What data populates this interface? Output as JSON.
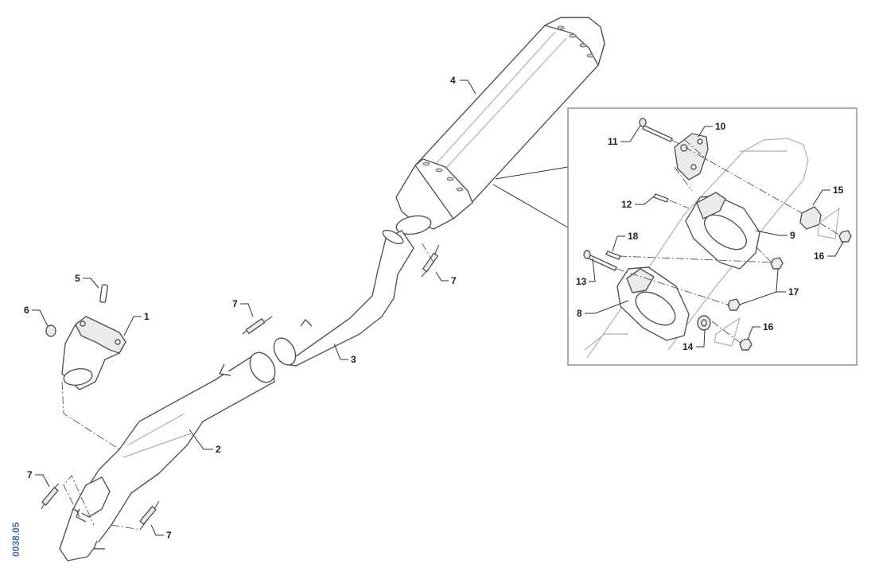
{
  "diagram_code": "0038.05",
  "callouts": {
    "c1": "1",
    "c2": "2",
    "c3": "3",
    "c4": "4",
    "c5": "5",
    "c6": "6",
    "c7a": "7",
    "c7b": "7",
    "c7c": "7",
    "c7d": "7",
    "c8": "8",
    "c9": "9",
    "c10": "10",
    "c11": "11",
    "c12": "12",
    "c13": "13",
    "c14": "14",
    "c15": "15",
    "c16a": "16",
    "c16b": "16",
    "c17": "17",
    "c18": "18"
  }
}
